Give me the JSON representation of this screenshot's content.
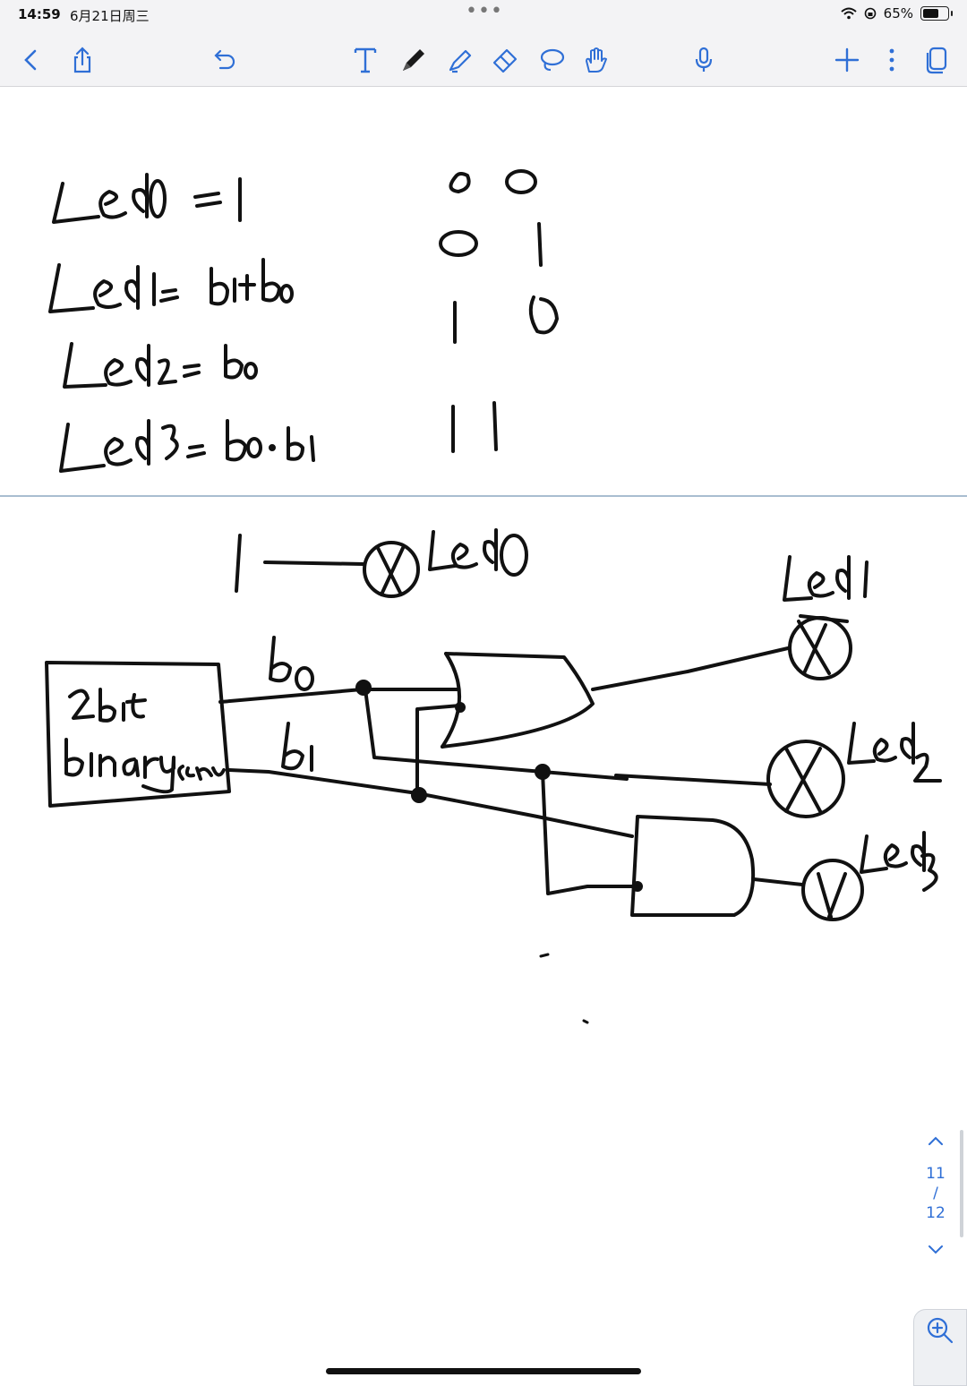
{
  "status_bar": {
    "time": "14:59",
    "date": "6月21日周三",
    "battery_text": "65%",
    "battery_level": 0.65
  },
  "toolbar": {
    "left_icons": [
      "back-icon",
      "share-icon",
      "undo-icon"
    ],
    "center_icons": [
      "text-tool-icon",
      "pen-icon",
      "highlighter-icon",
      "eraser-icon",
      "lasso-icon",
      "hand-icon"
    ],
    "right_icons": [
      "microphone-icon",
      "add-icon",
      "more-icon",
      "pages-icon"
    ],
    "accent_color": "#2f6fd6"
  },
  "note": {
    "equations": [
      "Led0 = 1",
      "Led1 = b1+b0",
      "Led2 = b0",
      "Led3 = b0·b1"
    ],
    "truth_table": [
      [
        "0",
        "0"
      ],
      [
        "0",
        "1"
      ],
      [
        "1",
        "0"
      ],
      [
        "1",
        "1"
      ]
    ],
    "diagram": {
      "source_box": [
        "2bit",
        "binary counter"
      ],
      "inputs": [
        "b0",
        "b1"
      ],
      "constant": "1",
      "outputs": [
        "led0",
        "led1",
        "led2",
        "led3"
      ]
    }
  },
  "pager": {
    "current": "11",
    "separator": "/",
    "total": "12"
  }
}
